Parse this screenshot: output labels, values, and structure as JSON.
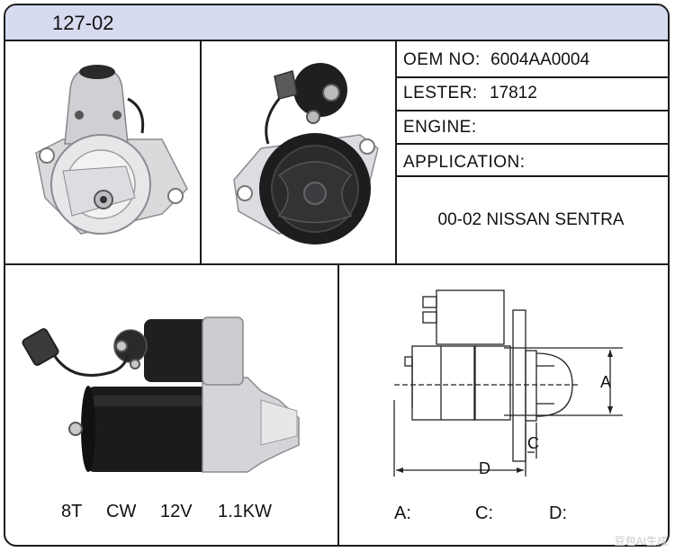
{
  "header": {
    "title": "127-02"
  },
  "specs": {
    "oem_label": "OEM NO:",
    "oem_value": "6004AA0004",
    "lester_label": "LESTER:",
    "lester_value": "17812",
    "engine_label": "ENGINE:",
    "engine_value": "",
    "application_label": "APPLICATION:",
    "application_value": "00-02 NISSAN SENTRA"
  },
  "product": {
    "teeth": "8T",
    "rotation": "CW",
    "voltage": "12V",
    "power": "1.1KW"
  },
  "diagram": {
    "dim_a": "A",
    "dim_c": "C",
    "dim_d": "D",
    "a_label": "A:",
    "c_label": "C:",
    "d_label": "D:"
  },
  "watermark": "豆包AI生成",
  "colors": {
    "header_bg": "#d6dbef",
    "border": "#1b1b1b"
  }
}
